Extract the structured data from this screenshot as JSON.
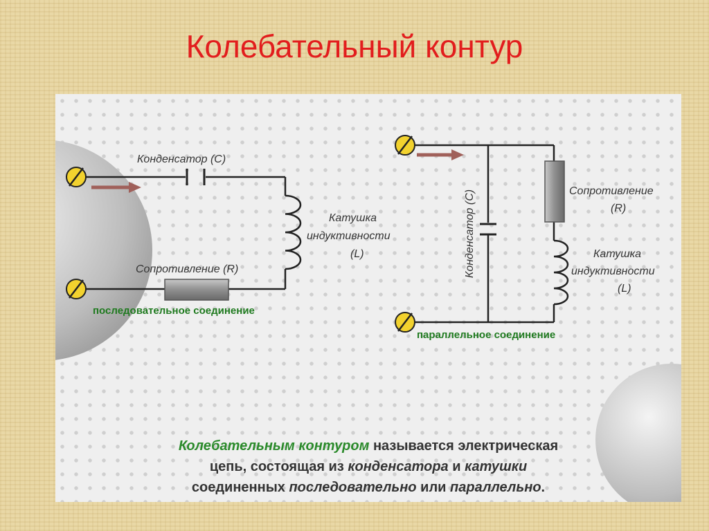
{
  "title": "Колебательный контур",
  "series": {
    "capacitor_label": "Конденсатор (С)",
    "coil_label_1": "Катушка",
    "coil_label_2": "индуктивности",
    "coil_label_3": "(L)",
    "resistor_label": "Сопротивление (R)",
    "connection_label": "последовательное соединение"
  },
  "parallel": {
    "capacitor_label": "Конденсатор (С)",
    "resistor_label_1": "Сопротивление",
    "resistor_label_2": "(R)",
    "coil_label_1": "Катушка",
    "coil_label_2": "индуктивности",
    "coil_label_3": "(L)",
    "connection_label": "параллельное соединение"
  },
  "definition": {
    "term": "Колебательным контуром",
    "part1": " называется электрическая",
    "part2": "цепь, состоящая из ",
    "capacitor": "конденсатора",
    "and": " и ",
    "coil": "катушки",
    "part3": "соединенных ",
    "series": "последовательно",
    "or": " или ",
    "parallel": "параллельно",
    "end": "."
  },
  "colors": {
    "title": "#e21d1d",
    "connection_text": "#1f7a1f",
    "terminal_fill": "#f2d22e",
    "arrow": "#a0605a"
  }
}
